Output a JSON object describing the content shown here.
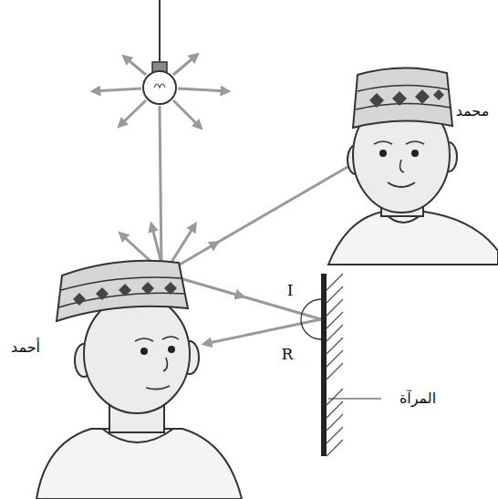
{
  "diagram": {
    "labels": [
      "محمد",
      "أحمد",
      "I",
      "R",
      "المرآة"
    ]
  }
}
